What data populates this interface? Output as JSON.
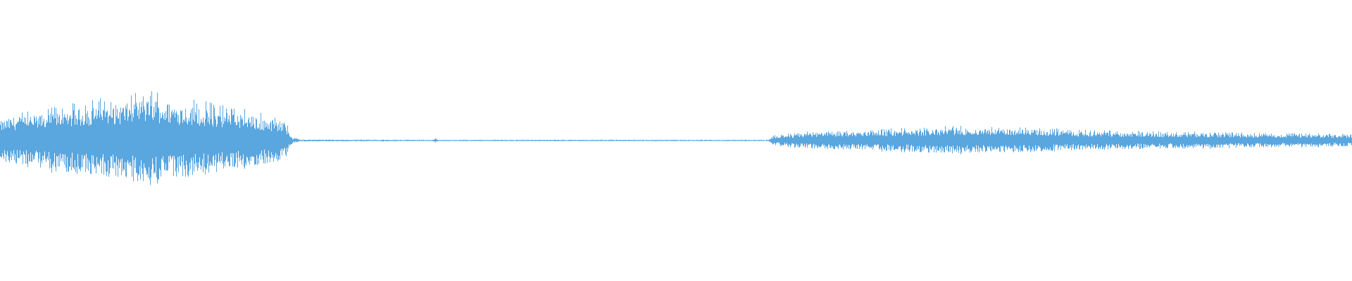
{
  "waveform": {
    "color": "#5aa6df",
    "background": "#ffffff",
    "envelope": [
      {
        "t": 0.0,
        "amp": 0.45
      },
      {
        "t": 0.01,
        "amp": 0.55
      },
      {
        "t": 0.03,
        "amp": 0.6
      },
      {
        "t": 0.06,
        "amp": 0.75
      },
      {
        "t": 0.09,
        "amp": 0.85
      },
      {
        "t": 0.11,
        "amp": 0.95
      },
      {
        "t": 0.13,
        "amp": 0.85
      },
      {
        "t": 0.16,
        "amp": 0.7
      },
      {
        "t": 0.19,
        "amp": 0.55
      },
      {
        "t": 0.21,
        "amp": 0.45
      },
      {
        "t": 0.216,
        "amp": 0.06
      },
      {
        "t": 0.222,
        "amp": 0.02
      },
      {
        "t": 0.32,
        "amp": 0.015
      },
      {
        "t": 0.322,
        "amp": 0.05
      },
      {
        "t": 0.324,
        "amp": 0.015
      },
      {
        "t": 0.568,
        "amp": 0.015
      },
      {
        "t": 0.572,
        "amp": 0.1
      },
      {
        "t": 0.6,
        "amp": 0.18
      },
      {
        "t": 0.65,
        "amp": 0.22
      },
      {
        "t": 0.7,
        "amp": 0.28
      },
      {
        "t": 0.76,
        "amp": 0.26
      },
      {
        "t": 0.8,
        "amp": 0.2
      },
      {
        "t": 0.85,
        "amp": 0.18
      },
      {
        "t": 0.9,
        "amp": 0.16
      },
      {
        "t": 0.95,
        "amp": 0.14
      },
      {
        "t": 1.0,
        "amp": 0.13
      }
    ]
  }
}
